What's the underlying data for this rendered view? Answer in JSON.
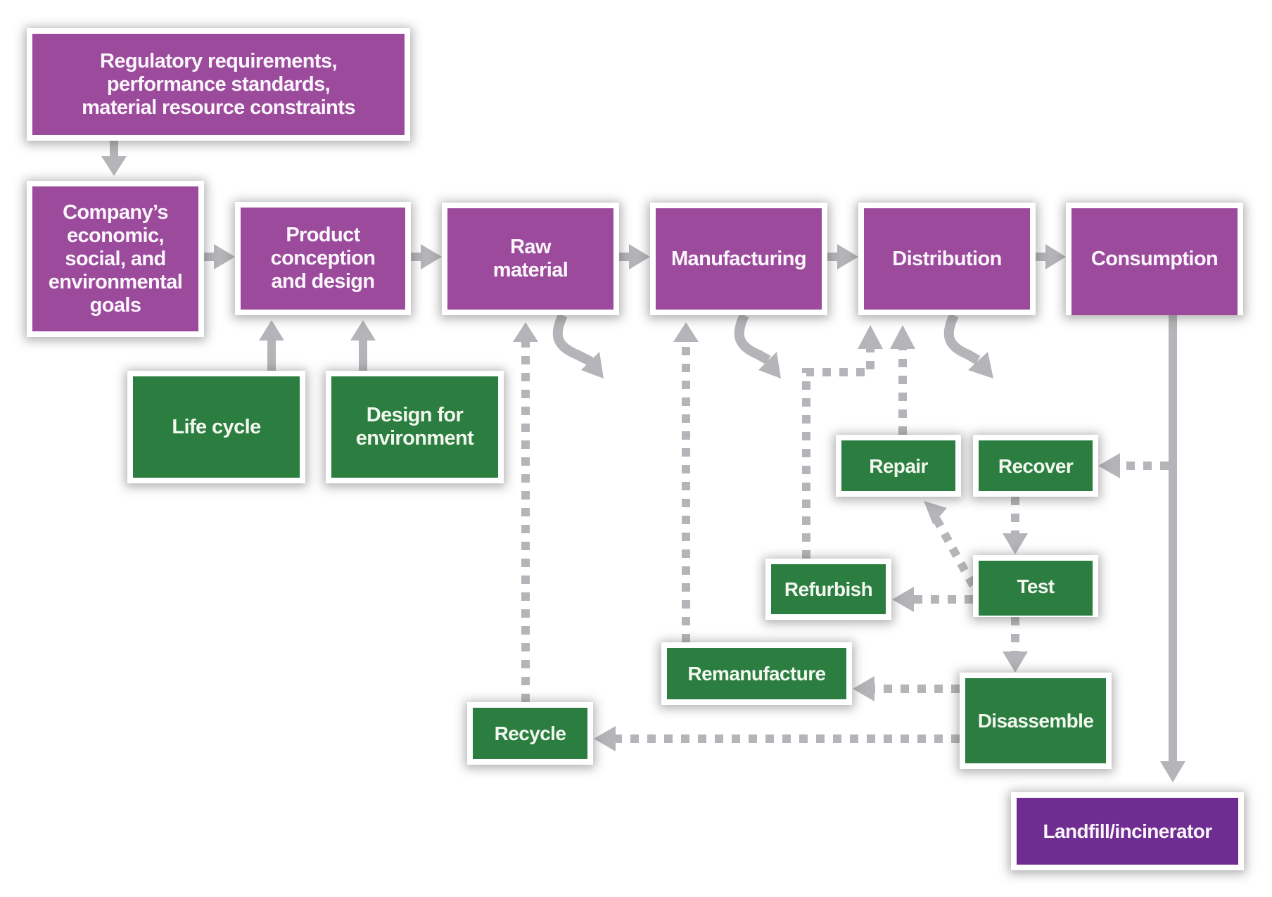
{
  "diagram": {
    "type": "flowchart",
    "colors": {
      "primary_stage": "#9b4a9c",
      "end_of_life": "#6f2c91",
      "recovery_option": "#2b7d40",
      "connector": "#b5b5b9",
      "box_border": "#ffffff"
    },
    "nodes": {
      "regulatory": "Regulatory requirements,\nperformance standards,\nmaterial resource constraints",
      "goals": "Company’s\neconomic,\nsocial, and\nenvironmental\ngoals",
      "product_design": "Product\nconception\nand design",
      "raw_material": "Raw\nmaterial",
      "manufacturing": "Manufacturing",
      "distribution": "Distribution",
      "consumption": "Consumption",
      "life_cycle": "Life cycle",
      "design_for_environment": "Design for\nenvironment",
      "repair": "Repair",
      "recover": "Recover",
      "refurbish": "Refurbish",
      "test": "Test",
      "remanufacture": "Remanufacture",
      "disassemble": "Disassemble",
      "recycle": "Recycle",
      "landfill": "Landfill/incinerator"
    },
    "edges": [
      {
        "from": "regulatory",
        "to": "goals",
        "style": "solid"
      },
      {
        "from": "goals",
        "to": "product_design",
        "style": "solid"
      },
      {
        "from": "product_design",
        "to": "raw_material",
        "style": "solid"
      },
      {
        "from": "raw_material",
        "to": "manufacturing",
        "style": "solid"
      },
      {
        "from": "manufacturing",
        "to": "distribution",
        "style": "solid"
      },
      {
        "from": "distribution",
        "to": "consumption",
        "style": "solid"
      },
      {
        "from": "life_cycle",
        "to": "product_design",
        "style": "solid"
      },
      {
        "from": "design_for_environment",
        "to": "product_design",
        "style": "solid"
      },
      {
        "from": "consumption",
        "to": "landfill",
        "style": "solid"
      },
      {
        "from": "consumption",
        "to": "recover",
        "style": "dotted"
      },
      {
        "from": "recover",
        "to": "test",
        "style": "dotted"
      },
      {
        "from": "test",
        "to": "repair",
        "style": "dotted"
      },
      {
        "from": "test",
        "to": "refurbish",
        "style": "dotted"
      },
      {
        "from": "test",
        "to": "disassemble",
        "style": "dotted"
      },
      {
        "from": "repair",
        "to": "distribution",
        "style": "dotted"
      },
      {
        "from": "refurbish",
        "to": "distribution",
        "style": "dotted"
      },
      {
        "from": "disassemble",
        "to": "remanufacture",
        "style": "dotted"
      },
      {
        "from": "disassemble",
        "to": "recycle",
        "style": "dotted"
      },
      {
        "from": "remanufacture",
        "to": "manufacturing",
        "style": "dotted"
      },
      {
        "from": "recycle",
        "to": "raw_material",
        "style": "dotted"
      },
      {
        "from": "raw_material",
        "to": "waste",
        "style": "curved"
      },
      {
        "from": "manufacturing",
        "to": "waste",
        "style": "curved"
      },
      {
        "from": "distribution",
        "to": "waste",
        "style": "curved"
      }
    ]
  }
}
